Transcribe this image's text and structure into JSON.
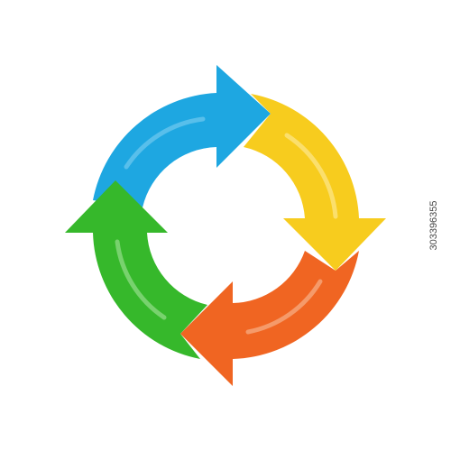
{
  "image_id_text": "303396355",
  "arrows": [
    {
      "name": "blue",
      "color": "#1ea7e1",
      "shade": "#178fc4",
      "highlight": "#6cc7ee"
    },
    {
      "name": "yellow",
      "color": "#f7cc1e",
      "shade": "#e6b513",
      "highlight": "#fbe27a"
    },
    {
      "name": "orange",
      "color": "#f06522",
      "shade": "#d9531a",
      "highlight": "#f6a377"
    },
    {
      "name": "green",
      "color": "#36b82b",
      "shade": "#2a9c22",
      "highlight": "#84d67a"
    }
  ],
  "icon": "circular-arrows-cycle-icon"
}
